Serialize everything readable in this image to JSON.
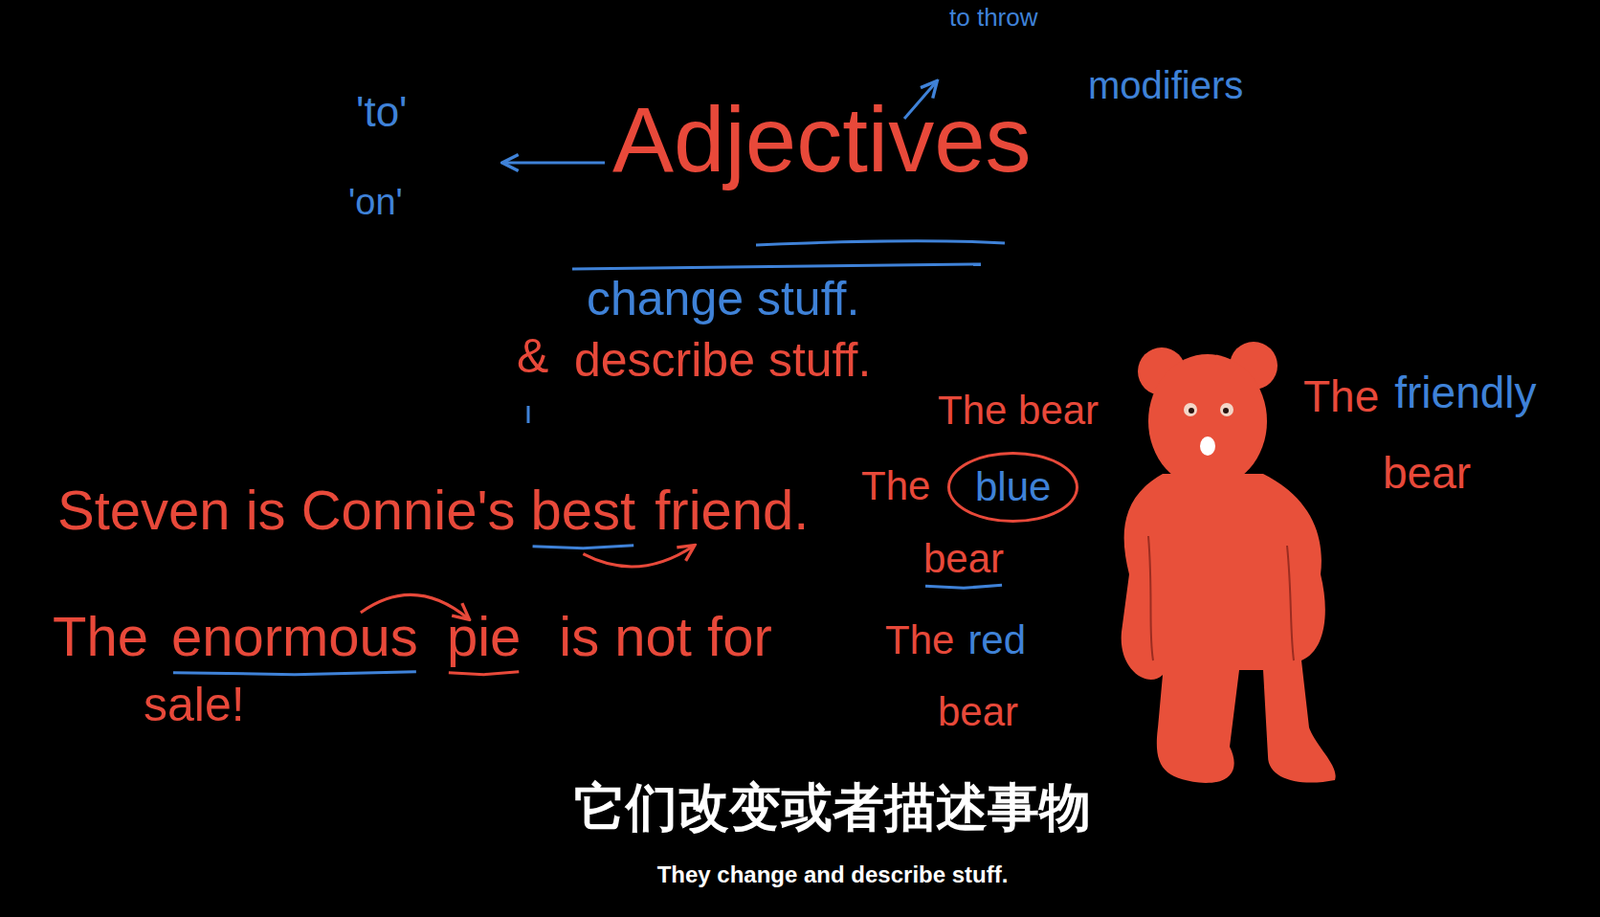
{
  "diagram": {
    "title": "Adjectives",
    "nodes": [
      {
        "text": [
          "blue"
        ]
      }
    ],
    "labels": [
      "to throw",
      "modifiers",
      "'to'",
      "'on'",
      "change stuff.",
      "&",
      "describe stuff.",
      "Steven is Connie's",
      "best",
      "friend.",
      "The",
      "enormous",
      "pie",
      "is not for",
      "sale!",
      "The bear",
      "The",
      "bear",
      "The",
      "red",
      "bear",
      "The",
      "friendly",
      "bear",
      "它们改变或者描述事物",
      "They change and describe stuff."
    ]
  }
}
